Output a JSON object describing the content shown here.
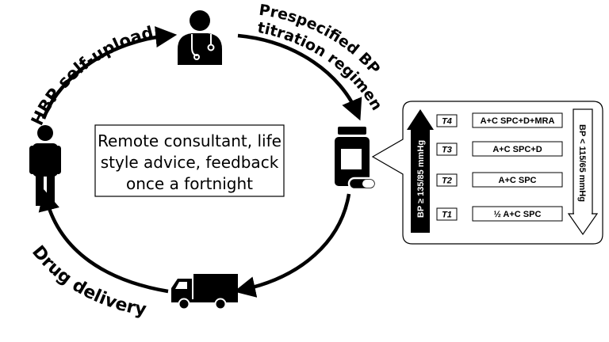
{
  "cycle": {
    "upload_label": "HBP self-upload",
    "titration_label_line1": "Prespecified BP",
    "titration_label_line2": "titration regimen",
    "delivery_label": "Drug delivery"
  },
  "center_box": {
    "line1": "Remote consultant, life",
    "line2": "style advice, feedback",
    "line3": "once a fortnight"
  },
  "actors": {
    "doctor_icon": "doctor-icon",
    "patient_icon": "person-icon",
    "medication_icon": "pill-bottle-icon",
    "truck_icon": "delivery-truck-icon"
  },
  "titration_panel": {
    "up_arrow_label": "BP ≥ 135/85 mmHg",
    "down_arrow_label": "BP < 115/65 mmHg",
    "steps": [
      {
        "id": "T4",
        "regimen": "A+C SPC+D+MRA"
      },
      {
        "id": "T3",
        "regimen": "A+C SPC+D"
      },
      {
        "id": "T2",
        "regimen": "A+C SPC"
      },
      {
        "id": "T1",
        "regimen": "½ A+C SPC"
      }
    ]
  }
}
